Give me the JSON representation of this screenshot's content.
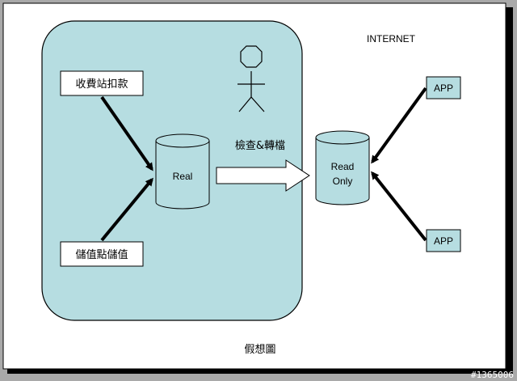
{
  "title": "INTERNET",
  "caption": "假想圖",
  "nodes": {
    "toll_deduction": "收費站扣款",
    "stored_value": "儲值點儲值",
    "real_db": "Real",
    "readonly_db_line1": "Read",
    "readonly_db_line2": "Only",
    "app_top": "APP",
    "app_bottom": "APP"
  },
  "edges": {
    "transfer_label": "檢查&轉檔"
  },
  "watermark": "#1365006",
  "colors": {
    "zone_fill": "#b6dde1",
    "background": "#a9a9a9"
  }
}
